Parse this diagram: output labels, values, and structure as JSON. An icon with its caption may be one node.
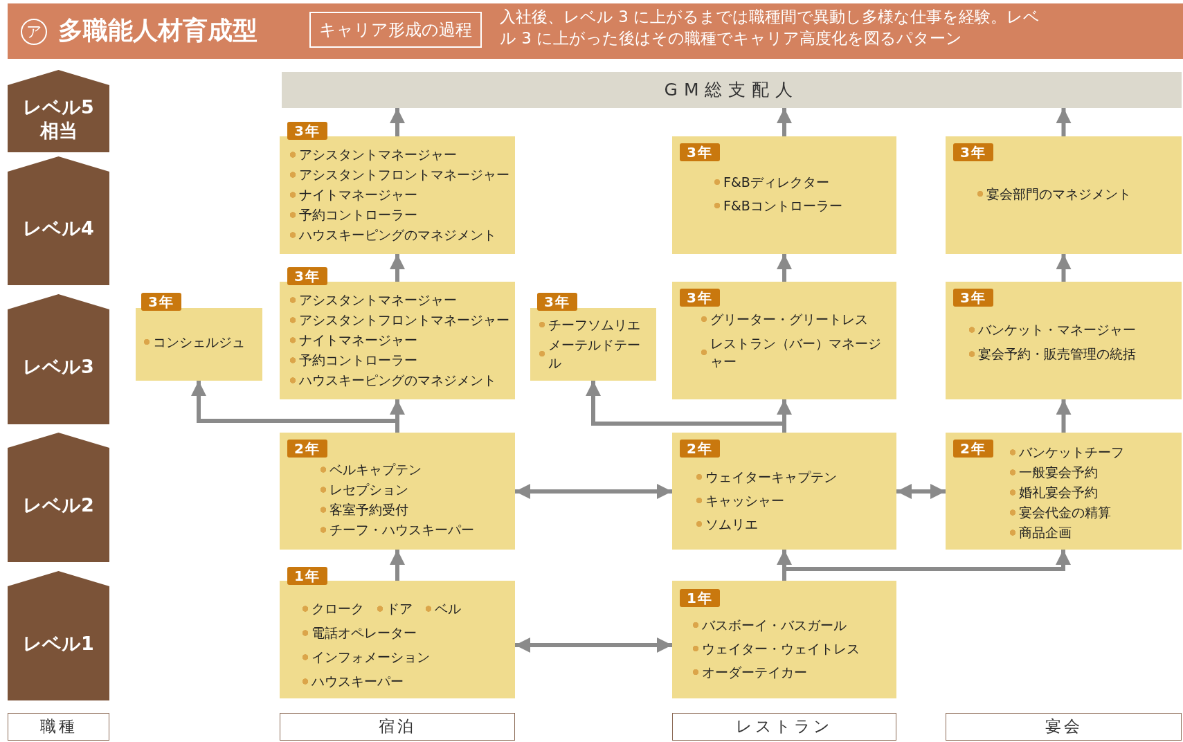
{
  "diagram": {
    "title": "多職能人材育成型",
    "nodes": [
      {
        "text": [
          "レベル5相当"
        ]
      },
      {
        "text": [
          "GM総支配人"
        ]
      },
      {
        "text": [
          "3年",
          "アシスタントマネージャー",
          "アシスタントフロントマネージャー",
          "ナイトマネージャー",
          "予約コントローラー",
          "ハウスキーピングのマネジメント"
        ]
      },
      {
        "text": [
          "3年",
          "F&Bディレクター",
          "F&Bコントローラー"
        ]
      },
      {
        "text": [
          "3年",
          "宴会部門のマネジメント"
        ]
      },
      {
        "text": [
          "レベル4"
        ]
      },
      {
        "text": [
          "レベル3"
        ]
      },
      {
        "text": [
          "3年",
          "コンシェルジュ"
        ]
      },
      {
        "text": [
          "3年",
          "アシスタントマネージャー",
          "アシスタントフロントマネージャー",
          "ナイトマネージャー",
          "予約コントローラー",
          "ハウスキーピングのマネジメント"
        ]
      },
      {
        "text": [
          "3年",
          "チーフソムリエ",
          "メーテルドテール"
        ]
      },
      {
        "text": [
          "3年",
          "グリーター・グリートレス",
          "レストラン（バー）マネージャー"
        ]
      },
      {
        "text": [
          "3年",
          "バンケット・マネージャー",
          "宴会予約・販売管理の統括"
        ]
      },
      {
        "text": [
          "レベル2"
        ]
      },
      {
        "text": [
          "2年",
          "ベルキャプテン",
          "レセプション",
          "客室予約受付",
          "チーフ・ハウスキーパー"
        ]
      },
      {
        "text": [
          "2年",
          "ウェイターキャプテン",
          "キャッシャー",
          "ソムリエ"
        ]
      },
      {
        "text": [
          "2年",
          "バンケットチーフ",
          "一般宴会予約",
          "婚礼宴会予約",
          "宴会代金の精算",
          "商品企画"
        ]
      },
      {
        "text": [
          "レベル1"
        ]
      },
      {
        "text": [
          "1年",
          "クローク",
          "ドア",
          "ベル",
          "電話オペレーター",
          "インフォメーション",
          "ハウスキーパー"
        ]
      },
      {
        "text": [
          "1年",
          "バスボーイ・バスガール",
          "ウェイター・ウェイトレス",
          "オーダーテイカー"
        ]
      },
      {
        "text": [
          "職種"
        ]
      },
      {
        "text": [
          "宿泊"
        ]
      },
      {
        "text": [
          "レストラン"
        ]
      },
      {
        "text": [
          "宴会"
        ]
      }
    ],
    "edges": [
      {
        "from": 2,
        "to": 1,
        "arrow": "to"
      },
      {
        "from": 3,
        "to": 1,
        "arrow": "to"
      },
      {
        "from": 4,
        "to": 1,
        "arrow": "to"
      },
      {
        "from": 8,
        "to": 2,
        "arrow": "to"
      },
      {
        "from": 10,
        "to": 3,
        "arrow": "to"
      },
      {
        "from": 11,
        "to": 4,
        "arrow": "to"
      },
      {
        "from": 13,
        "to": 8,
        "arrow": "to"
      },
      {
        "from": 13,
        "to": 7,
        "arrow": "to"
      },
      {
        "from": 14,
        "to": 10,
        "arrow": "to"
      },
      {
        "from": 14,
        "to": 9,
        "arrow": "to"
      },
      {
        "from": 15,
        "to": 11,
        "arrow": "to"
      },
      {
        "from": 13,
        "to": 14,
        "arrow": "both"
      },
      {
        "from": 14,
        "to": 15,
        "arrow": "both"
      },
      {
        "from": 17,
        "to": 13,
        "arrow": "to"
      },
      {
        "from": 18,
        "to": 14,
        "arrow": "to"
      },
      {
        "from": 18,
        "to": 15,
        "arrow": "to"
      },
      {
        "from": 17,
        "to": 18,
        "arrow": "both"
      }
    ],
    "labels": [
      "ア",
      "キャリア形成の過程",
      "入社後、レベル 3 に上がるまでは職種間で異動し多様な仕事を経験。レベル 3 に上がった後はその職種でキャリア高度化を図るパターン"
    ]
  }
}
